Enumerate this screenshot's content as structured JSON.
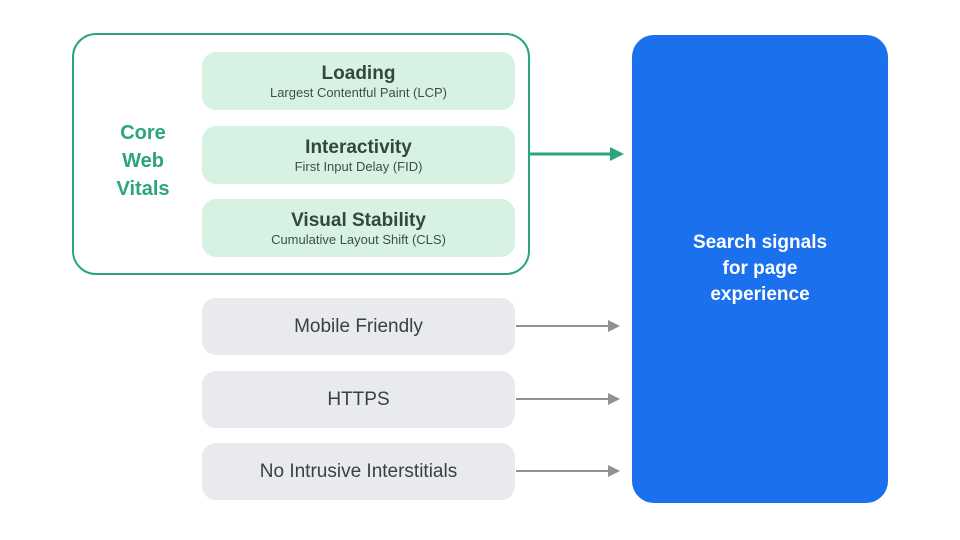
{
  "colors": {
    "green": "#2aa678",
    "green-fill": "#d7f2e3",
    "blue": "#1b70ee",
    "gray-fill": "#e8eaed",
    "gray-arrow": "#8d9297",
    "dark-text": "#3c4043",
    "card-title": "#33463f",
    "card-subtitle": "#3d4f48",
    "white": "#ffffff"
  },
  "core_group": {
    "label_lines": [
      "Core",
      "Web",
      "Vitals"
    ],
    "vitals": [
      {
        "title": "Loading",
        "subtitle": "Largest Contentful Paint (LCP)"
      },
      {
        "title": "Interactivity",
        "subtitle": "First Input Delay (FID)"
      },
      {
        "title": "Visual Stability",
        "subtitle": "Cumulative Layout Shift (CLS)"
      }
    ]
  },
  "other_signals": [
    {
      "label": "Mobile Friendly"
    },
    {
      "label": "HTTPS"
    },
    {
      "label": "No Intrusive Interstitials"
    }
  ],
  "result": {
    "lines": [
      "Search signals",
      "for page",
      "experience"
    ]
  }
}
